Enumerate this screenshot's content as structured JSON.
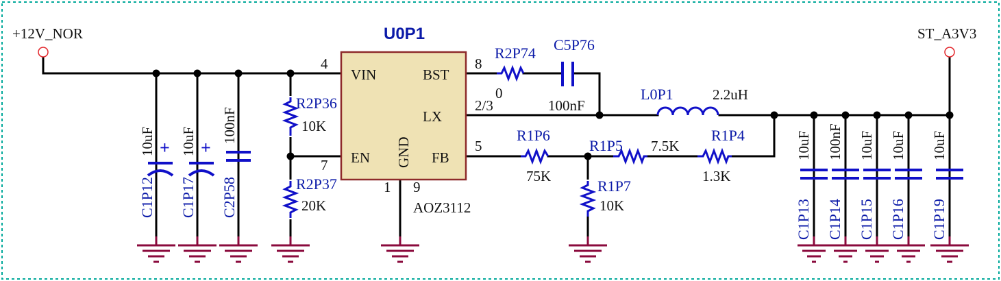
{
  "power": {
    "input": "+12V_NOR",
    "output": "ST_A3V3"
  },
  "ic": {
    "designator": "U0P1",
    "part": "AOZ3112",
    "pins": {
      "vin": "VIN",
      "bst": "BST",
      "lx": "LX",
      "en": "EN",
      "fb": "FB",
      "gnd": "GND"
    },
    "pin_numbers": {
      "vin": "4",
      "bst": "8",
      "lx": "2/3",
      "lx_extra": "0",
      "en": "7",
      "fb": "5",
      "gnd_a": "1",
      "gnd_b": "9"
    }
  },
  "components": {
    "C1P12": {
      "ref": "C1P12",
      "value": "10uF"
    },
    "C1P17": {
      "ref": "C1P17",
      "value": "10uF"
    },
    "C2P58": {
      "ref": "C2P58",
      "value": "100nF"
    },
    "R2P36": {
      "ref": "R2P36",
      "value": "10K"
    },
    "R2P37": {
      "ref": "R2P37",
      "value": "20K"
    },
    "R2P74": {
      "ref": "R2P74"
    },
    "C5P76": {
      "ref": "C5P76",
      "value": "100nF"
    },
    "L0P1": {
      "ref": "L0P1",
      "value": "2.2uH"
    },
    "R1P6": {
      "ref": "R1P6",
      "value": "75K"
    },
    "R1P5": {
      "ref": "R1P5",
      "value": "7.5K"
    },
    "R1P4": {
      "ref": "R1P4",
      "value": "1.3K"
    },
    "R1P7": {
      "ref": "R1P7",
      "value": "10K"
    },
    "C1P13": {
      "ref": "C1P13",
      "value": "10uF"
    },
    "C1P14": {
      "ref": "C1P14",
      "value": "100nF"
    },
    "C1P15": {
      "ref": "C1P15",
      "value": "10uF"
    },
    "C1P16": {
      "ref": "C1P16",
      "value": "10uF"
    },
    "C1P19": {
      "ref": "C1P19",
      "value": "10uF"
    }
  },
  "colors": {
    "wire": "#000000",
    "component": "#1010c8",
    "ground": "#8a0a3c",
    "ic_fill": "#efe2b4",
    "ic_border": "#8e2a2a",
    "border": "#00a89a",
    "port": "#e3262b"
  }
}
